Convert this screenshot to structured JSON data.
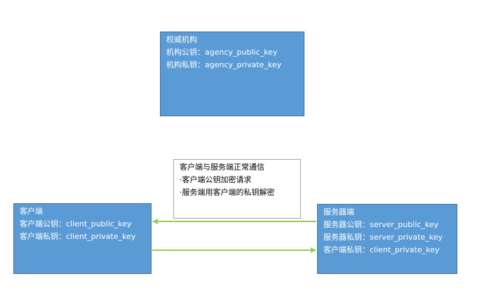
{
  "agency": {
    "title": "权威机构",
    "public_key": "机构公钥：agency_public_key",
    "private_key": "机构私钥：agency_private_key"
  },
  "note": {
    "title": "客户端与服务端正常通信",
    "line1": "·客户端公钥加密请求",
    "line2": "·服务端用客户端的私钥解密"
  },
  "client": {
    "title": "客户端",
    "public_key": "客户端公钥：client_public_key",
    "private_key": "客户端私钥：client_private_key"
  },
  "server": {
    "title": "服务器端",
    "public_key": "服务器公钥：server_public_key",
    "private_key": "服务器私钥：server_private_key",
    "client_private_key": "客户端私钥：client_private_key"
  },
  "colors": {
    "box_fill": "#5b9bd5",
    "box_border": "#41719c",
    "arrow": "#92d050"
  }
}
